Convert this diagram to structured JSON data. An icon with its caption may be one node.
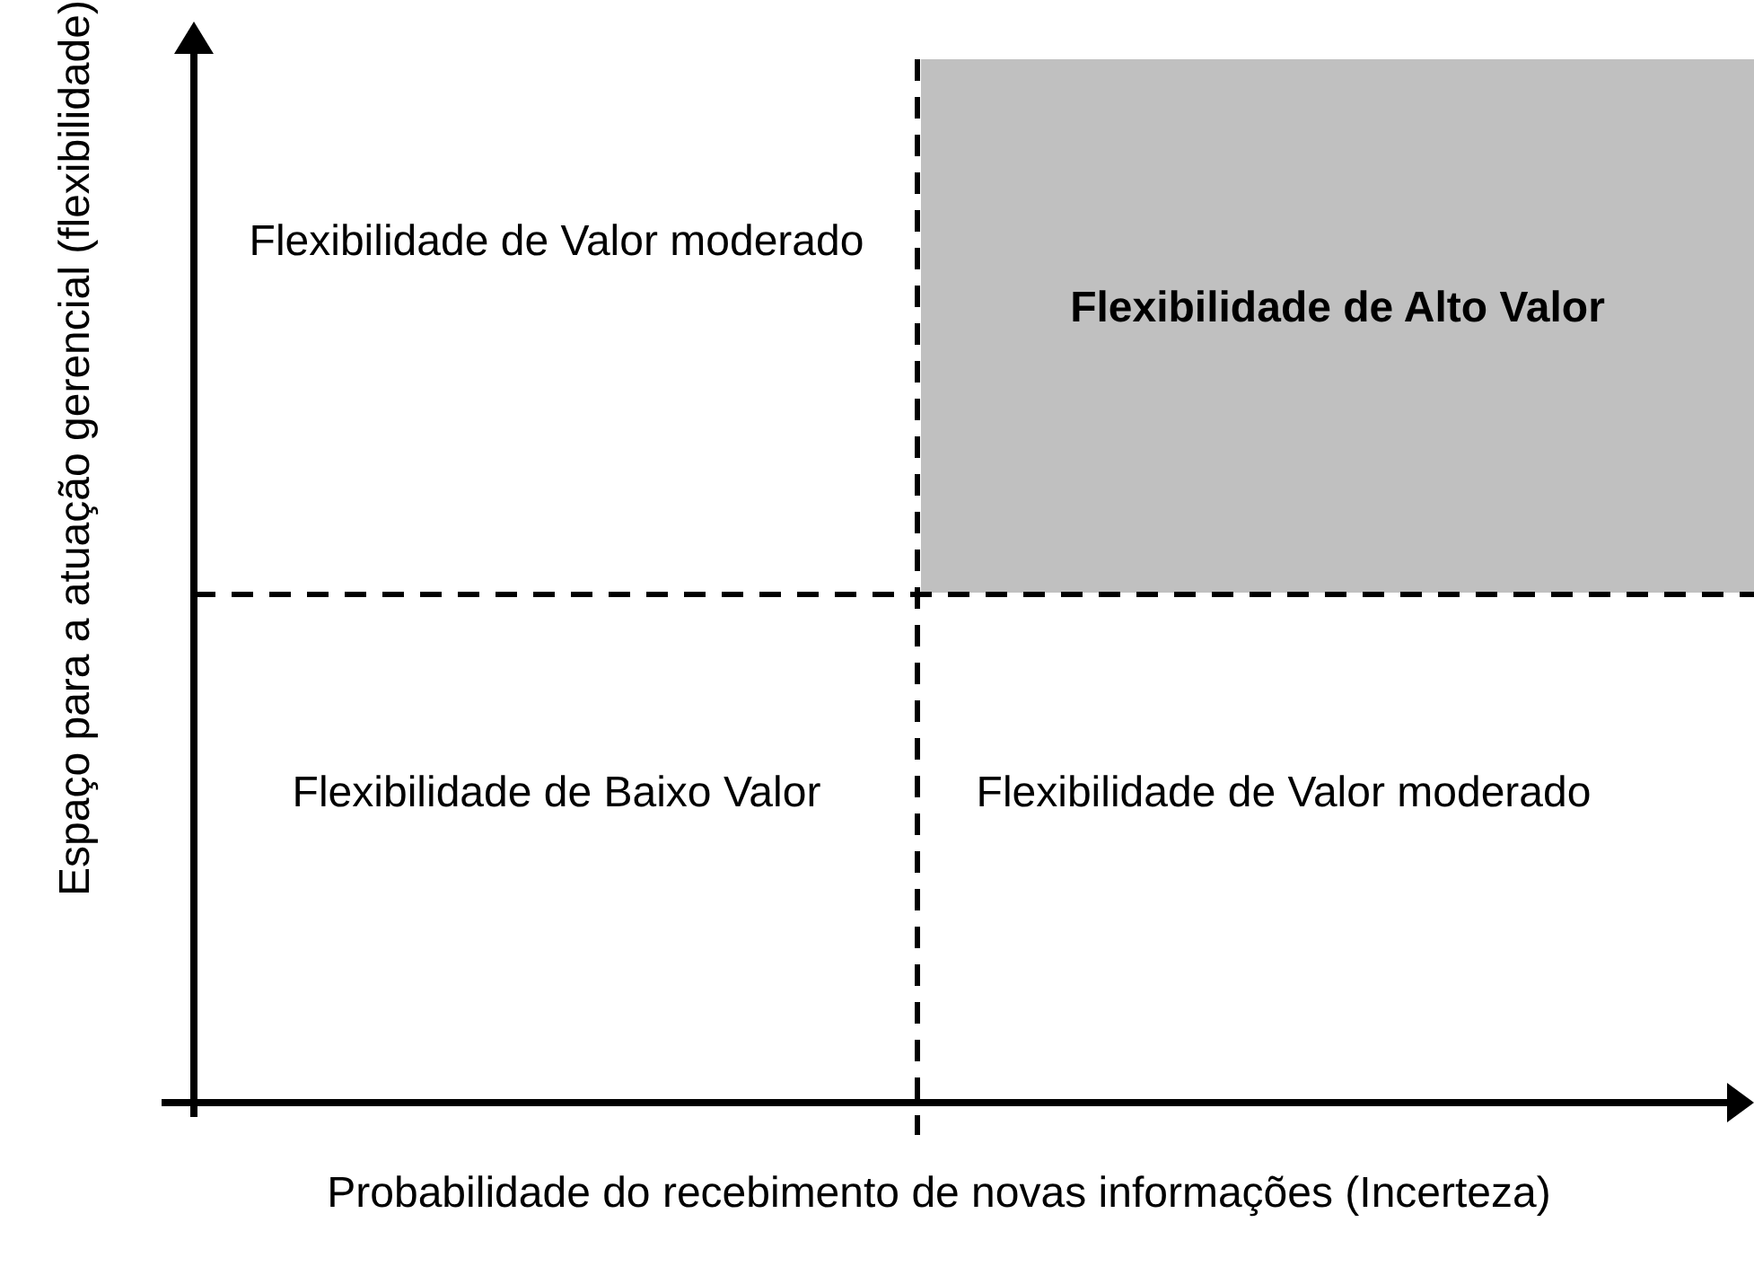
{
  "diagram": {
    "nodes": [
      {
        "text": [
          "Flexibilidade de Valor moderado"
        ]
      },
      {
        "text": [
          "Flexibilidade de Alto Valor"
        ]
      },
      {
        "text": [
          "Flexibilidade de Baixo Valor"
        ]
      },
      {
        "text": [
          "Flexibilidade de Valor moderado"
        ]
      }
    ],
    "labels": [
      "Espaço para a atuação gerencial (flexibilidade)",
      "Probabilidade do recebimento de novas informações (Incerteza)"
    ]
  }
}
